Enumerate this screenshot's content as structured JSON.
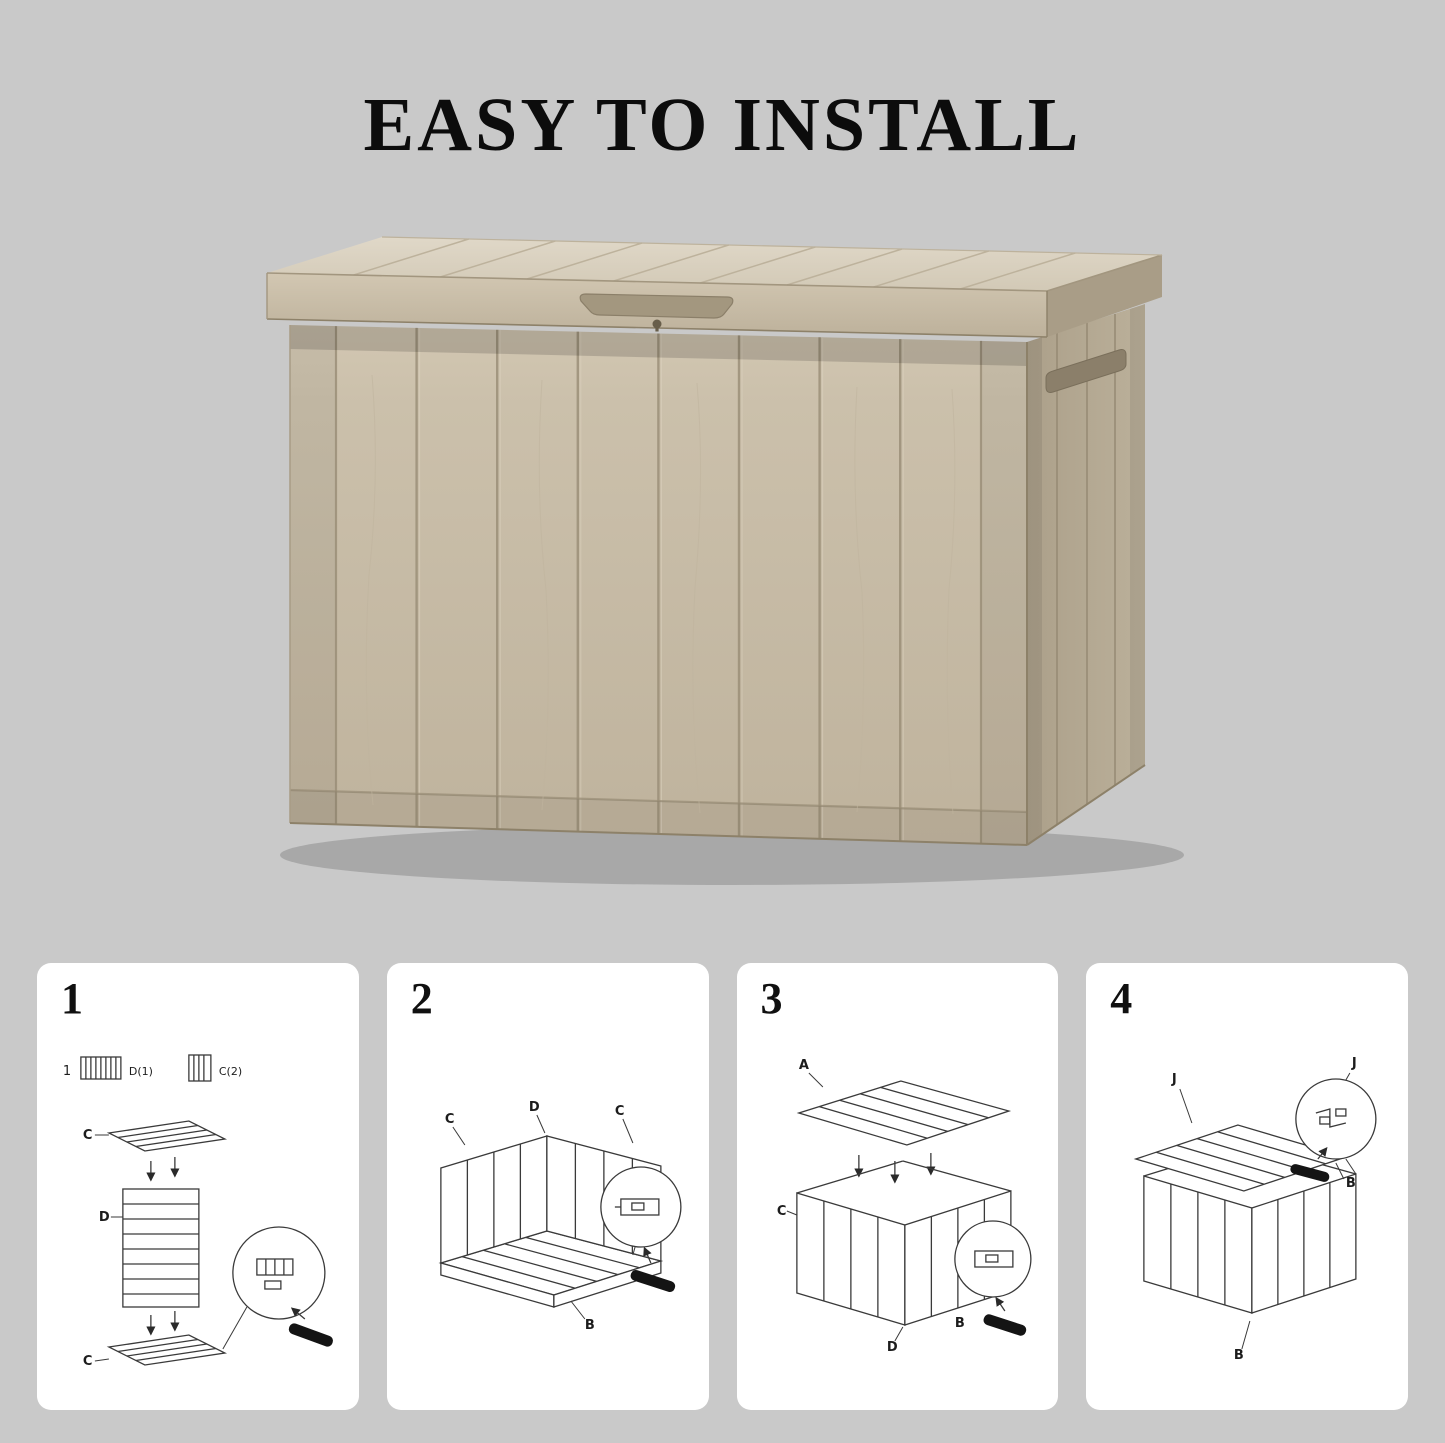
{
  "title": "EASY TO INSTALL",
  "colors": {
    "background": "#c9c9c9",
    "panel_background": "#ffffff",
    "box_front": "#cbc0ab",
    "box_side": "#b5aa94",
    "box_lid": "#d6cdbb",
    "line_art": "#3a3a3a"
  },
  "product": {
    "description": "tan resin outdoor storage deck box with hinged lid",
    "front_planks": 8
  },
  "steps": [
    {
      "number": "1",
      "parts_row": {
        "count": "1",
        "part_1": "D(1)",
        "part_2": "C(2)"
      },
      "labels": {
        "top_panel": "C",
        "side_panel": "D",
        "bottom_panel": "C"
      }
    },
    {
      "number": "2",
      "labels": {
        "left_panel": "C",
        "back_panel": "D",
        "right_panel": "C",
        "base": "B"
      }
    },
    {
      "number": "3",
      "labels": {
        "lid": "A",
        "left_panel": "C",
        "body": "D",
        "hardware": "B"
      }
    },
    {
      "number": "4",
      "labels": {
        "hinge_left": "J",
        "hinge_right": "J",
        "body": "B",
        "hardware": "B"
      }
    }
  ]
}
